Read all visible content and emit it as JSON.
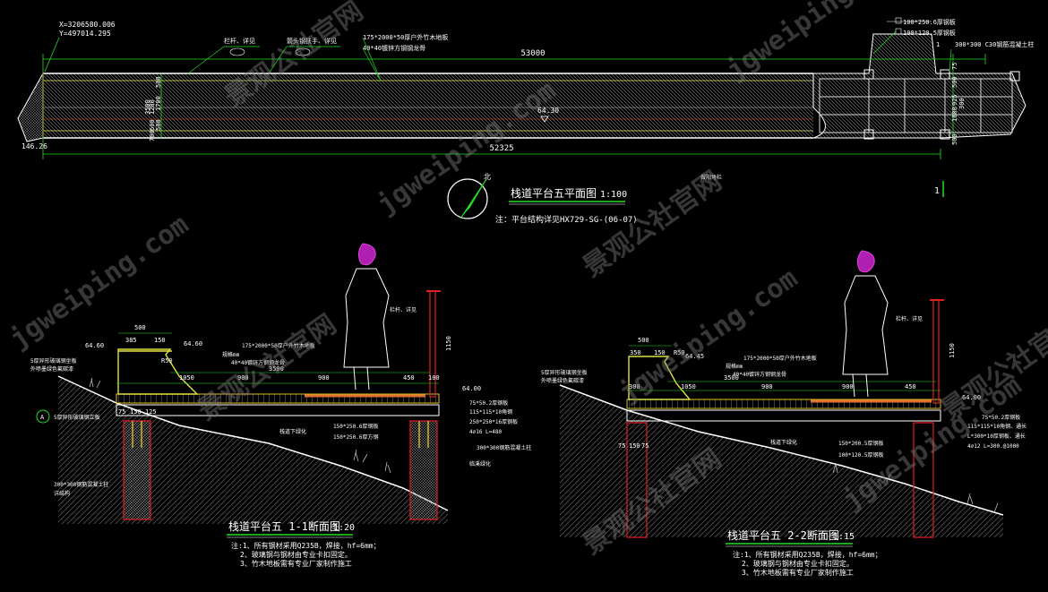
{
  "plan": {
    "coords": [
      "X=3206580.006",
      "Y=497014.295"
    ],
    "dim_top": "53000",
    "dim_bottom": "52325",
    "dim_left": [
      "3500",
      "500",
      "1700",
      "500",
      "1200",
      "600",
      "700"
    ],
    "dim_right": [
      "75",
      "500",
      "925",
      "1600",
      "300",
      "500"
    ],
    "level": "64.30",
    "corner_level": "146.26",
    "notes": [
      "栏杆、详见",
      "箭头钢扶手、详见",
      "175*2000*50厚户外竹木地板",
      "40*40镀锌方钢钢龙骨",
      "100*250.6厚钢板",
      "100*120.5厚钢板",
      "300*300 C30钢筋混凝土柱",
      "1"
    ],
    "small_note": "做阳角栏",
    "title": "栈道平台五平面图",
    "scale": "1:100",
    "structure_note": "注：平台结构详见HX729-SG-(06-07)",
    "north": "北",
    "section_mark": "1"
  },
  "section1": {
    "title": "栈道平台五 1-1断面图",
    "scale": "1:20",
    "notes": [
      "注:1、所有钢材采用Q235B，焊接，hf=6mm；",
      "2、玻璃钢与钢材由专业卡扣固定。",
      "3、竹木地板需有专业厂家制作施工"
    ],
    "dims": [
      "500",
      "385",
      "150",
      "64.60",
      "64.60",
      "R50",
      "3500",
      "900",
      "900",
      "450",
      "100",
      "1050",
      "75",
      "150",
      "125",
      "1150",
      "64.00"
    ],
    "labels": [
      "5厚异形玻璃钢坐板",
      "外喷墨绿色氟碳漆",
      "5厚异形玻璃钢立板",
      "175*2000*50厚户外竹木地板",
      "规格mm",
      "40*40镀锌方钢钢龙骨",
      "栏杆、详见",
      "75*50.2厚钢板",
      "115*115*10角钢",
      "250*250*16厚钢板",
      "4⌀16 L=480",
      "150*250.6厚钢板",
      "150*250.6厚方钢",
      "300*300钢筋混凝土柱",
      "栈道下绿化",
      "临溪绿化",
      "300*300钢筋混凝土柱",
      "详结构",
      "A"
    ]
  },
  "section2": {
    "title": "栈道平台五 2-2断面图",
    "scale": "1:15",
    "notes": [
      "注:1、所有钢材采用Q235B，焊接，hf=6mm；",
      "2、玻璃钢与钢材由专业卡扣固定。",
      "3、竹木地板需有专业厂家制作施工"
    ],
    "dims": [
      "500",
      "350",
      "150",
      "64.45",
      "R50",
      "3500",
      "300",
      "900",
      "900",
      "450",
      "1050",
      "75",
      "150",
      "75",
      "1150",
      "64.00"
    ],
    "labels": [
      "5厚异形玻璃钢坐板",
      "外喷墨绿色氟碳漆",
      "175*2000*50厚户外竹木地板",
      "规格mm",
      "40*40镀锌方钢钢龙骨",
      "栏杆、详见",
      "75*50.2厚钢板",
      "115*115*10角钢、通长",
      "L*300*10厚钢板、通长",
      "4⌀12 L=300.@1000",
      "150*200.5厚钢板",
      "100*120.5厚钢板",
      "栈道下绿化"
    ]
  },
  "watermarks": [
    "景观公社官网",
    "jgweiping.com"
  ]
}
